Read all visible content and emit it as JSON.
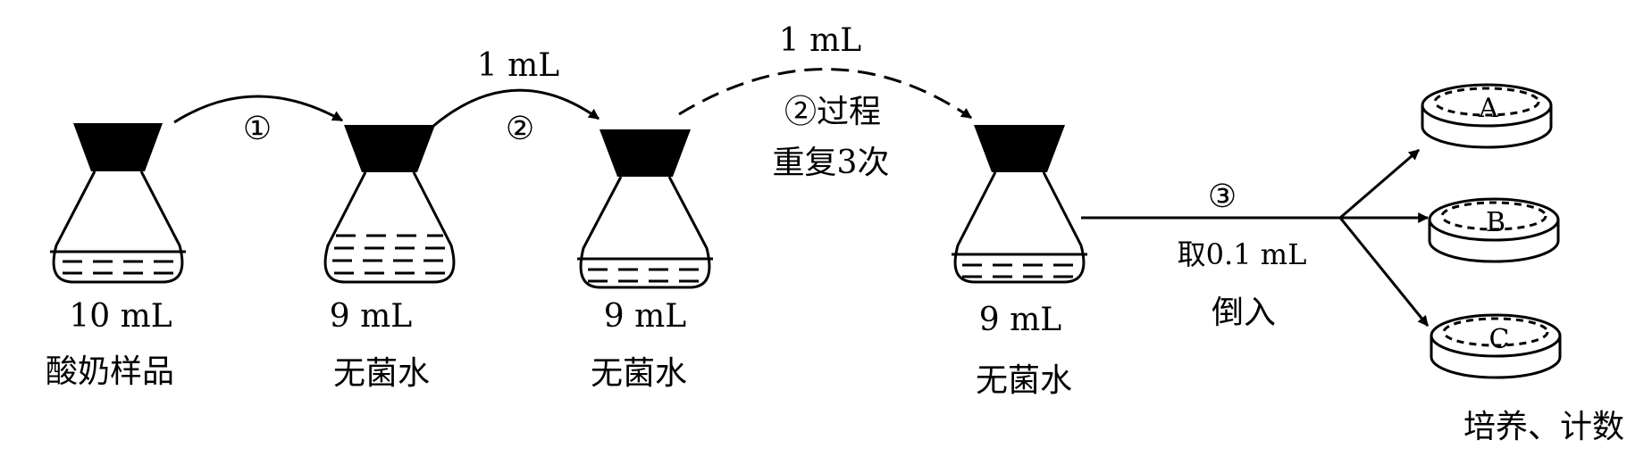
{
  "flasks": [
    {
      "volume": "10 mL",
      "content": "酸奶样品"
    },
    {
      "volume": "9 mL",
      "content": "无菌水"
    },
    {
      "volume": "9 mL",
      "content": "无菌水"
    },
    {
      "volume": "9 mL",
      "content": "无菌水"
    }
  ],
  "steps": {
    "step1_mark": "①",
    "step2_mark": "②",
    "step2_volume": "1 mL",
    "repeat_volume": "1 mL",
    "repeat_line1": "②过程",
    "repeat_line2": "重复3次",
    "step3_mark": "③",
    "step3_line1": "取0.1 mL",
    "step3_line2": "倒入"
  },
  "dishes": [
    "A",
    "B",
    "C"
  ],
  "final_label": "培养、计数"
}
